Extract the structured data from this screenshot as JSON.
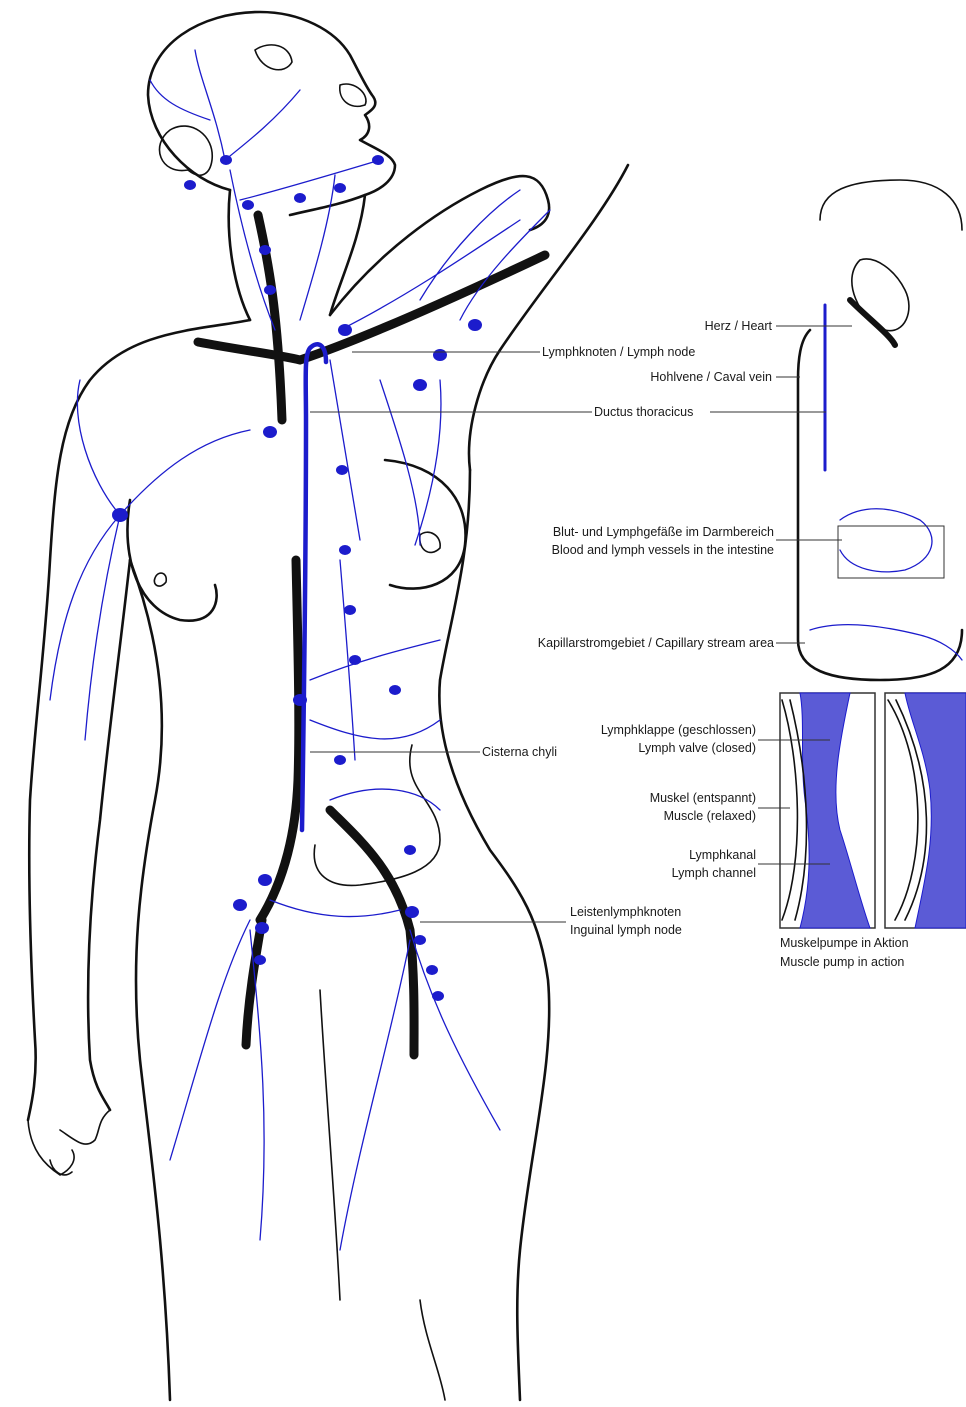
{
  "labels": {
    "heart": "Herz / Heart",
    "lymph_node": "Lymphknoten / Lymph node",
    "caval_vein": "Hohlvene / Caval vein",
    "ductus": "Ductus thoracicus",
    "intestine_de": "Blut- und Lymphgefäße im Darmbereich",
    "intestine_en": "Blood and lymph vessels in the intestine",
    "capillary": "Kapillarstromgebiet / Capillary stream area",
    "valve_de": "Lymphklappe (geschlossen)",
    "valve_en": "Lymph valve (closed)",
    "muscle_de": "Muskel (entspannt)",
    "muscle_en": "Muscle (relaxed)",
    "channel_de": "Lymphkanal",
    "channel_en": "Lymph channel",
    "cisterna": "Cisterna chyli",
    "inguinal_de": "Leistenlymphknoten",
    "inguinal_en": "Inguinal lymph node",
    "pump_de": "Muskelpumpe in Aktion",
    "pump_en": "Muscle pump in action"
  },
  "colors": {
    "lymph": "#1c1ccc",
    "vessel": "#111111",
    "channel_fill": "#5b5bd6"
  }
}
